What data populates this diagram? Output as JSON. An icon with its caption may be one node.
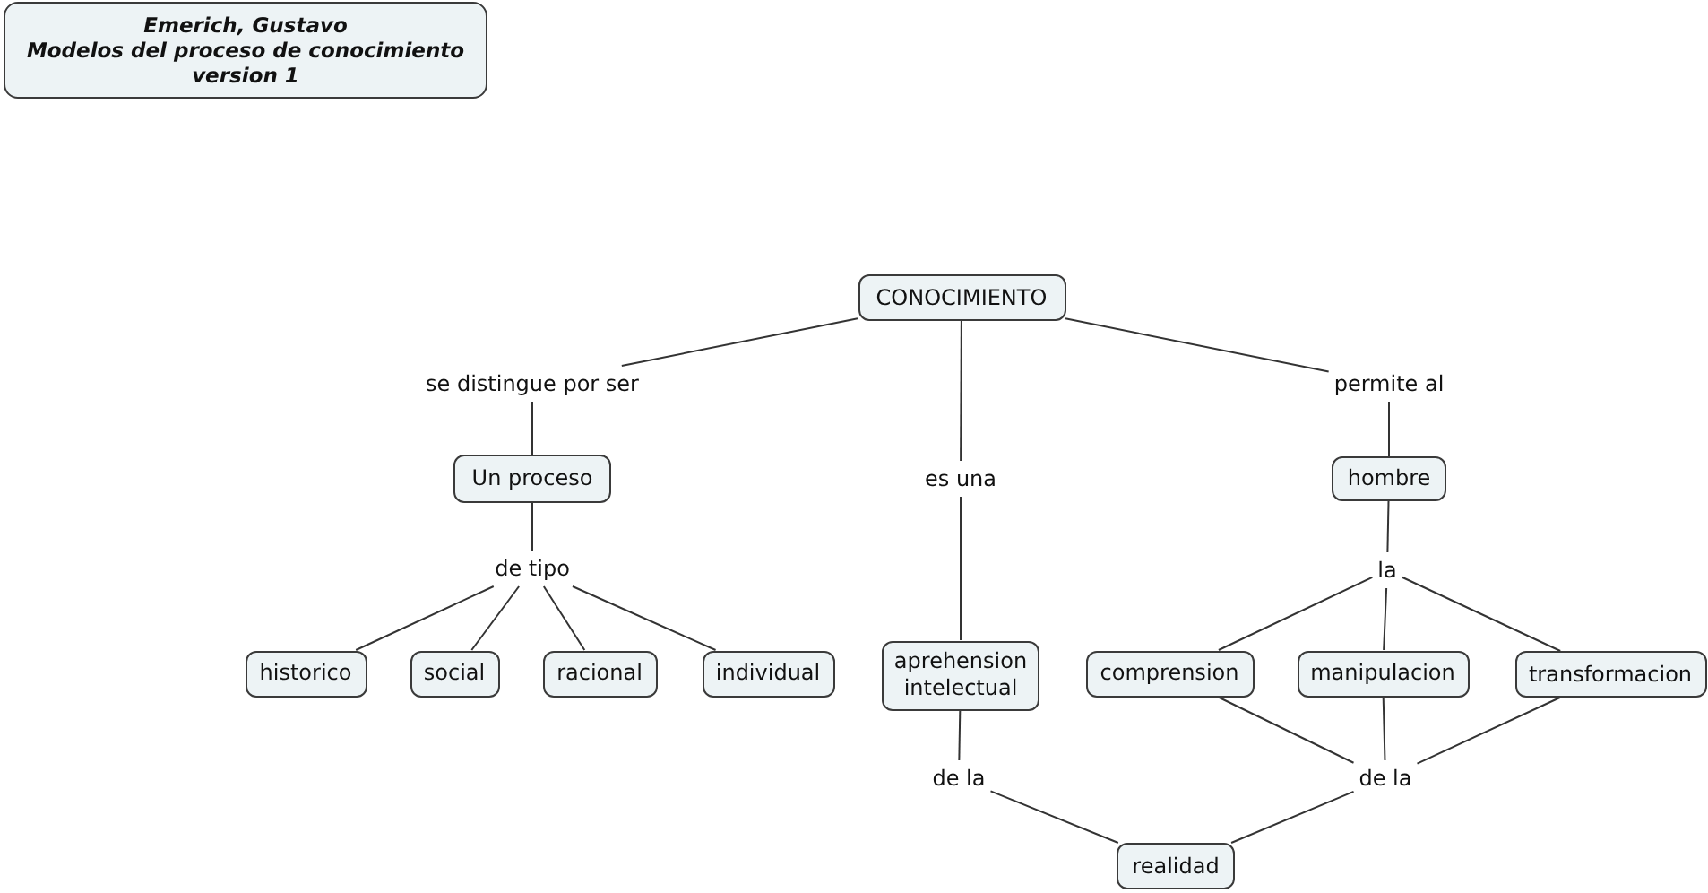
{
  "diagram": {
    "nodes": [
      {
        "text": [
          "Emerich, Gustavo",
          "Modelos del proceso de conocimiento",
          "version 1"
        ]
      },
      {
        "text": [
          "CONOCIMIENTO"
        ]
      },
      {
        "text": [
          "se distingue por ser"
        ]
      },
      {
        "text": [
          "es una"
        ]
      },
      {
        "text": [
          "permite al"
        ]
      },
      {
        "text": [
          "Un proceso"
        ]
      },
      {
        "text": [
          "hombre"
        ]
      },
      {
        "text": [
          "de tipo"
        ]
      },
      {
        "text": [
          "la"
        ]
      },
      {
        "text": [
          "historico"
        ]
      },
      {
        "text": [
          "social"
        ]
      },
      {
        "text": [
          "racional"
        ]
      },
      {
        "text": [
          "individual"
        ]
      },
      {
        "text": [
          "aprehension intelectual"
        ]
      },
      {
        "text": [
          "comprension"
        ]
      },
      {
        "text": [
          "manipulacion"
        ]
      },
      {
        "text": [
          "transformacion"
        ]
      },
      {
        "text": [
          "de la"
        ]
      },
      {
        "text": [
          "de la"
        ]
      },
      {
        "text": [
          "realidad"
        ]
      }
    ],
    "edges": [
      {
        "from": 1,
        "to": 2,
        "arrow": "none"
      },
      {
        "from": 2,
        "to": 5,
        "arrow": "none"
      },
      {
        "from": 1,
        "to": 3,
        "arrow": "none"
      },
      {
        "from": 3,
        "to": 13,
        "arrow": "none"
      },
      {
        "from": 1,
        "to": 4,
        "arrow": "none"
      },
      {
        "from": 4,
        "to": 6,
        "arrow": "none"
      },
      {
        "from": 5,
        "to": 7,
        "arrow": "none"
      },
      {
        "from": 7,
        "to": 9,
        "arrow": "none"
      },
      {
        "from": 7,
        "to": 10,
        "arrow": "none"
      },
      {
        "from": 7,
        "to": 11,
        "arrow": "none"
      },
      {
        "from": 7,
        "to": 12,
        "arrow": "none"
      },
      {
        "from": 6,
        "to": 8,
        "arrow": "none"
      },
      {
        "from": 8,
        "to": 14,
        "arrow": "none"
      },
      {
        "from": 8,
        "to": 15,
        "arrow": "none"
      },
      {
        "from": 8,
        "to": 16,
        "arrow": "none"
      },
      {
        "from": 13,
        "to": 17,
        "arrow": "none"
      },
      {
        "from": 17,
        "to": 19,
        "arrow": "none"
      },
      {
        "from": 14,
        "to": 18,
        "arrow": "none"
      },
      {
        "from": 15,
        "to": 18,
        "arrow": "none"
      },
      {
        "from": 16,
        "to": 18,
        "arrow": "none"
      },
      {
        "from": 18,
        "to": 19,
        "arrow": "none"
      }
    ]
  }
}
